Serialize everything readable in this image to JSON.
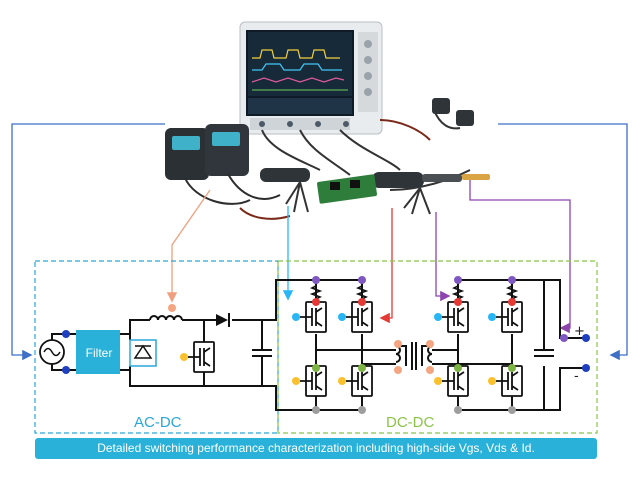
{
  "diagram": {
    "blocks": {
      "filter": "Filter",
      "acdc": "AC-DC",
      "dcdc": "DC-DC"
    },
    "polarity": {
      "plus": "+",
      "minus": "-"
    },
    "banner": "Detailed switching performance characterization including high-side Vgs, Vds & Id."
  },
  "colors": {
    "acdc_border": "#2aa6d8",
    "dcdc_border": "#8bc34a",
    "banner_bg": "#2ab1d9",
    "filter_bg": "#2ab1d9",
    "probe_red": "#e53935",
    "probe_purple": "#7e57c2",
    "probe_cyan": "#29b6f6",
    "probe_green": "#7cb342",
    "probe_gray": "#9e9e9e",
    "probe_yellow": "#fbc02d",
    "probe_salmon": "#f4a582",
    "probe_blue": "#1e3fbf",
    "arrow_blue": "#3f6fc6",
    "arrow_salmon": "#f0a080",
    "arrow_cyan": "#29b6f6",
    "arrow_red": "#e53935",
    "arrow_purple": "#8e44ad"
  }
}
